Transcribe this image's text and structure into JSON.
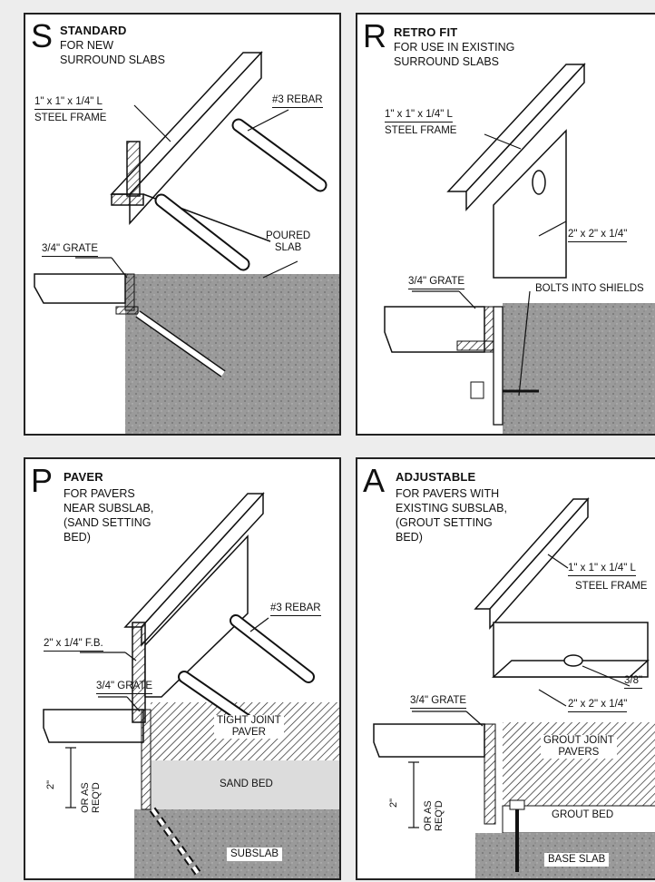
{
  "panels": {
    "standard": {
      "letter": "S",
      "title": "STANDARD",
      "description": "FOR NEW\nSURROUND SLABS",
      "labels": {
        "frame_size": "1\" x 1\" x 1/4\" L",
        "frame_name": "STEEL FRAME",
        "rebar": "#3 REBAR",
        "grate": "3/4\" GRATE",
        "slab": "POURED\nSLAB"
      }
    },
    "retrofit": {
      "letter": "R",
      "title": "RETRO FIT",
      "description": "FOR USE IN EXISTING\nSURROUND SLABS",
      "labels": {
        "frame_size": "1\" x 1\" x 1/4\" L",
        "frame_name": "STEEL FRAME",
        "plate": "2\" x 2\" x 1/4\"",
        "grate": "3/4\" GRATE",
        "bolts": "BOLTS INTO SHIELDS"
      }
    },
    "paver": {
      "letter": "P",
      "title": "PAVER",
      "description": "FOR PAVERS\nNEAR SUBSLAB,\n(SAND SETTING\nBED)",
      "labels": {
        "flat_bar": "2\" x 1/4\" F.B.",
        "rebar": "#3 REBAR",
        "grate": "3/4\" GRATE",
        "paver": "TIGHT JOINT\nPAVER",
        "sand": "SAND BED",
        "subslab": "SUBSLAB",
        "dimension": "2\"",
        "or_as": "OR AS\nREQ'D"
      }
    },
    "adjustable": {
      "letter": "A",
      "title": "ADJUSTABLE",
      "description": "FOR PAVERS WITH\nEXISTING SUBSLAB,\n(GROUT SETTING\nBED)",
      "labels": {
        "frame_size": "1\" x 1\" x 1/4\" L",
        "frame_name": "STEEL FRAME",
        "hole": "3/8\"",
        "angle": "2\" x 2\" x 1/4\"",
        "grate": "3/4\" GRATE",
        "grout_pavers": "GROUT JOINT\nPAVERS",
        "grout_bed": "GROUT BED",
        "base_slab": "BASE SLAB",
        "dimension": "2\"",
        "or_as": "OR AS\nREQ'D"
      }
    }
  }
}
